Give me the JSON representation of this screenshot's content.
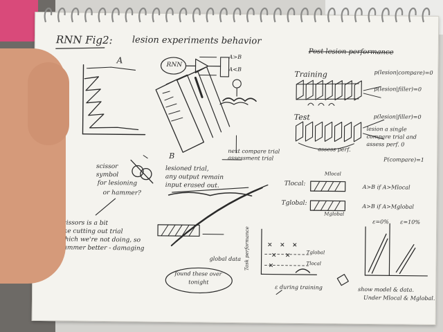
{
  "colors": {
    "paper": "#f4f3ee",
    "ink": "#2a2a2a",
    "skin": "#d59a7a",
    "desk": "#d4d3cf"
  },
  "notes": {
    "title": "RNN Fig2:",
    "subtitle": "lesion experiments behavior",
    "label_a": "A",
    "label_b": "B",
    "rnn": "RNN",
    "a_gt_b": "A>B",
    "a_lt_b": "A<B",
    "crossed": "Post lesion performance",
    "training": "Training",
    "test": "Test",
    "p_train1": "p(lesion|compare)=0",
    "p_train2": "p(lesion|filler)=0",
    "p_test": "p(lesion|filler)=0",
    "lesion_text1": "lesion a single",
    "lesion_text2": "compare trial and",
    "lesion_text3": "assess perf. 0",
    "compare": "P(compare)=1",
    "assess": "assess perf.",
    "next_trial1": "next compare trial",
    "next_trial2": "assessment trial",
    "lesioned": "lesioned trial,",
    "output_remain": "any output remain",
    "input_erased": "input erased out.",
    "scissor1": "scissor",
    "scissor2": "symbol",
    "scissor3": "for lesioning",
    "hammer": "or hammer?",
    "sc_long1": "scissors is a bit",
    "sc_long2": "like cutting out trial",
    "sc_long3": "which we're not doing, so",
    "sc_long4": "hammer better - damaging",
    "global_data1": "global data",
    "global_data2": "found these over",
    "tonight": "tonight",
    "tlocal": "Tlocal:",
    "tglobal": "Tglobal:",
    "mlocal": "Mlocal",
    "mglobal": "Mglobal",
    "rule_local": "A>B if A>Mlocal",
    "rule_global": "A>B if A>Mglobal",
    "tglobal_small": "Tglobal",
    "tlocal_small": "Tlocal",
    "eps_axis": "ε during training",
    "task_axis": "Task performance",
    "eps0": "ε=0%",
    "eps10": "ε=10%",
    "show1": "show model & data.",
    "show2": "Under Mlocal & Mglobal."
  }
}
